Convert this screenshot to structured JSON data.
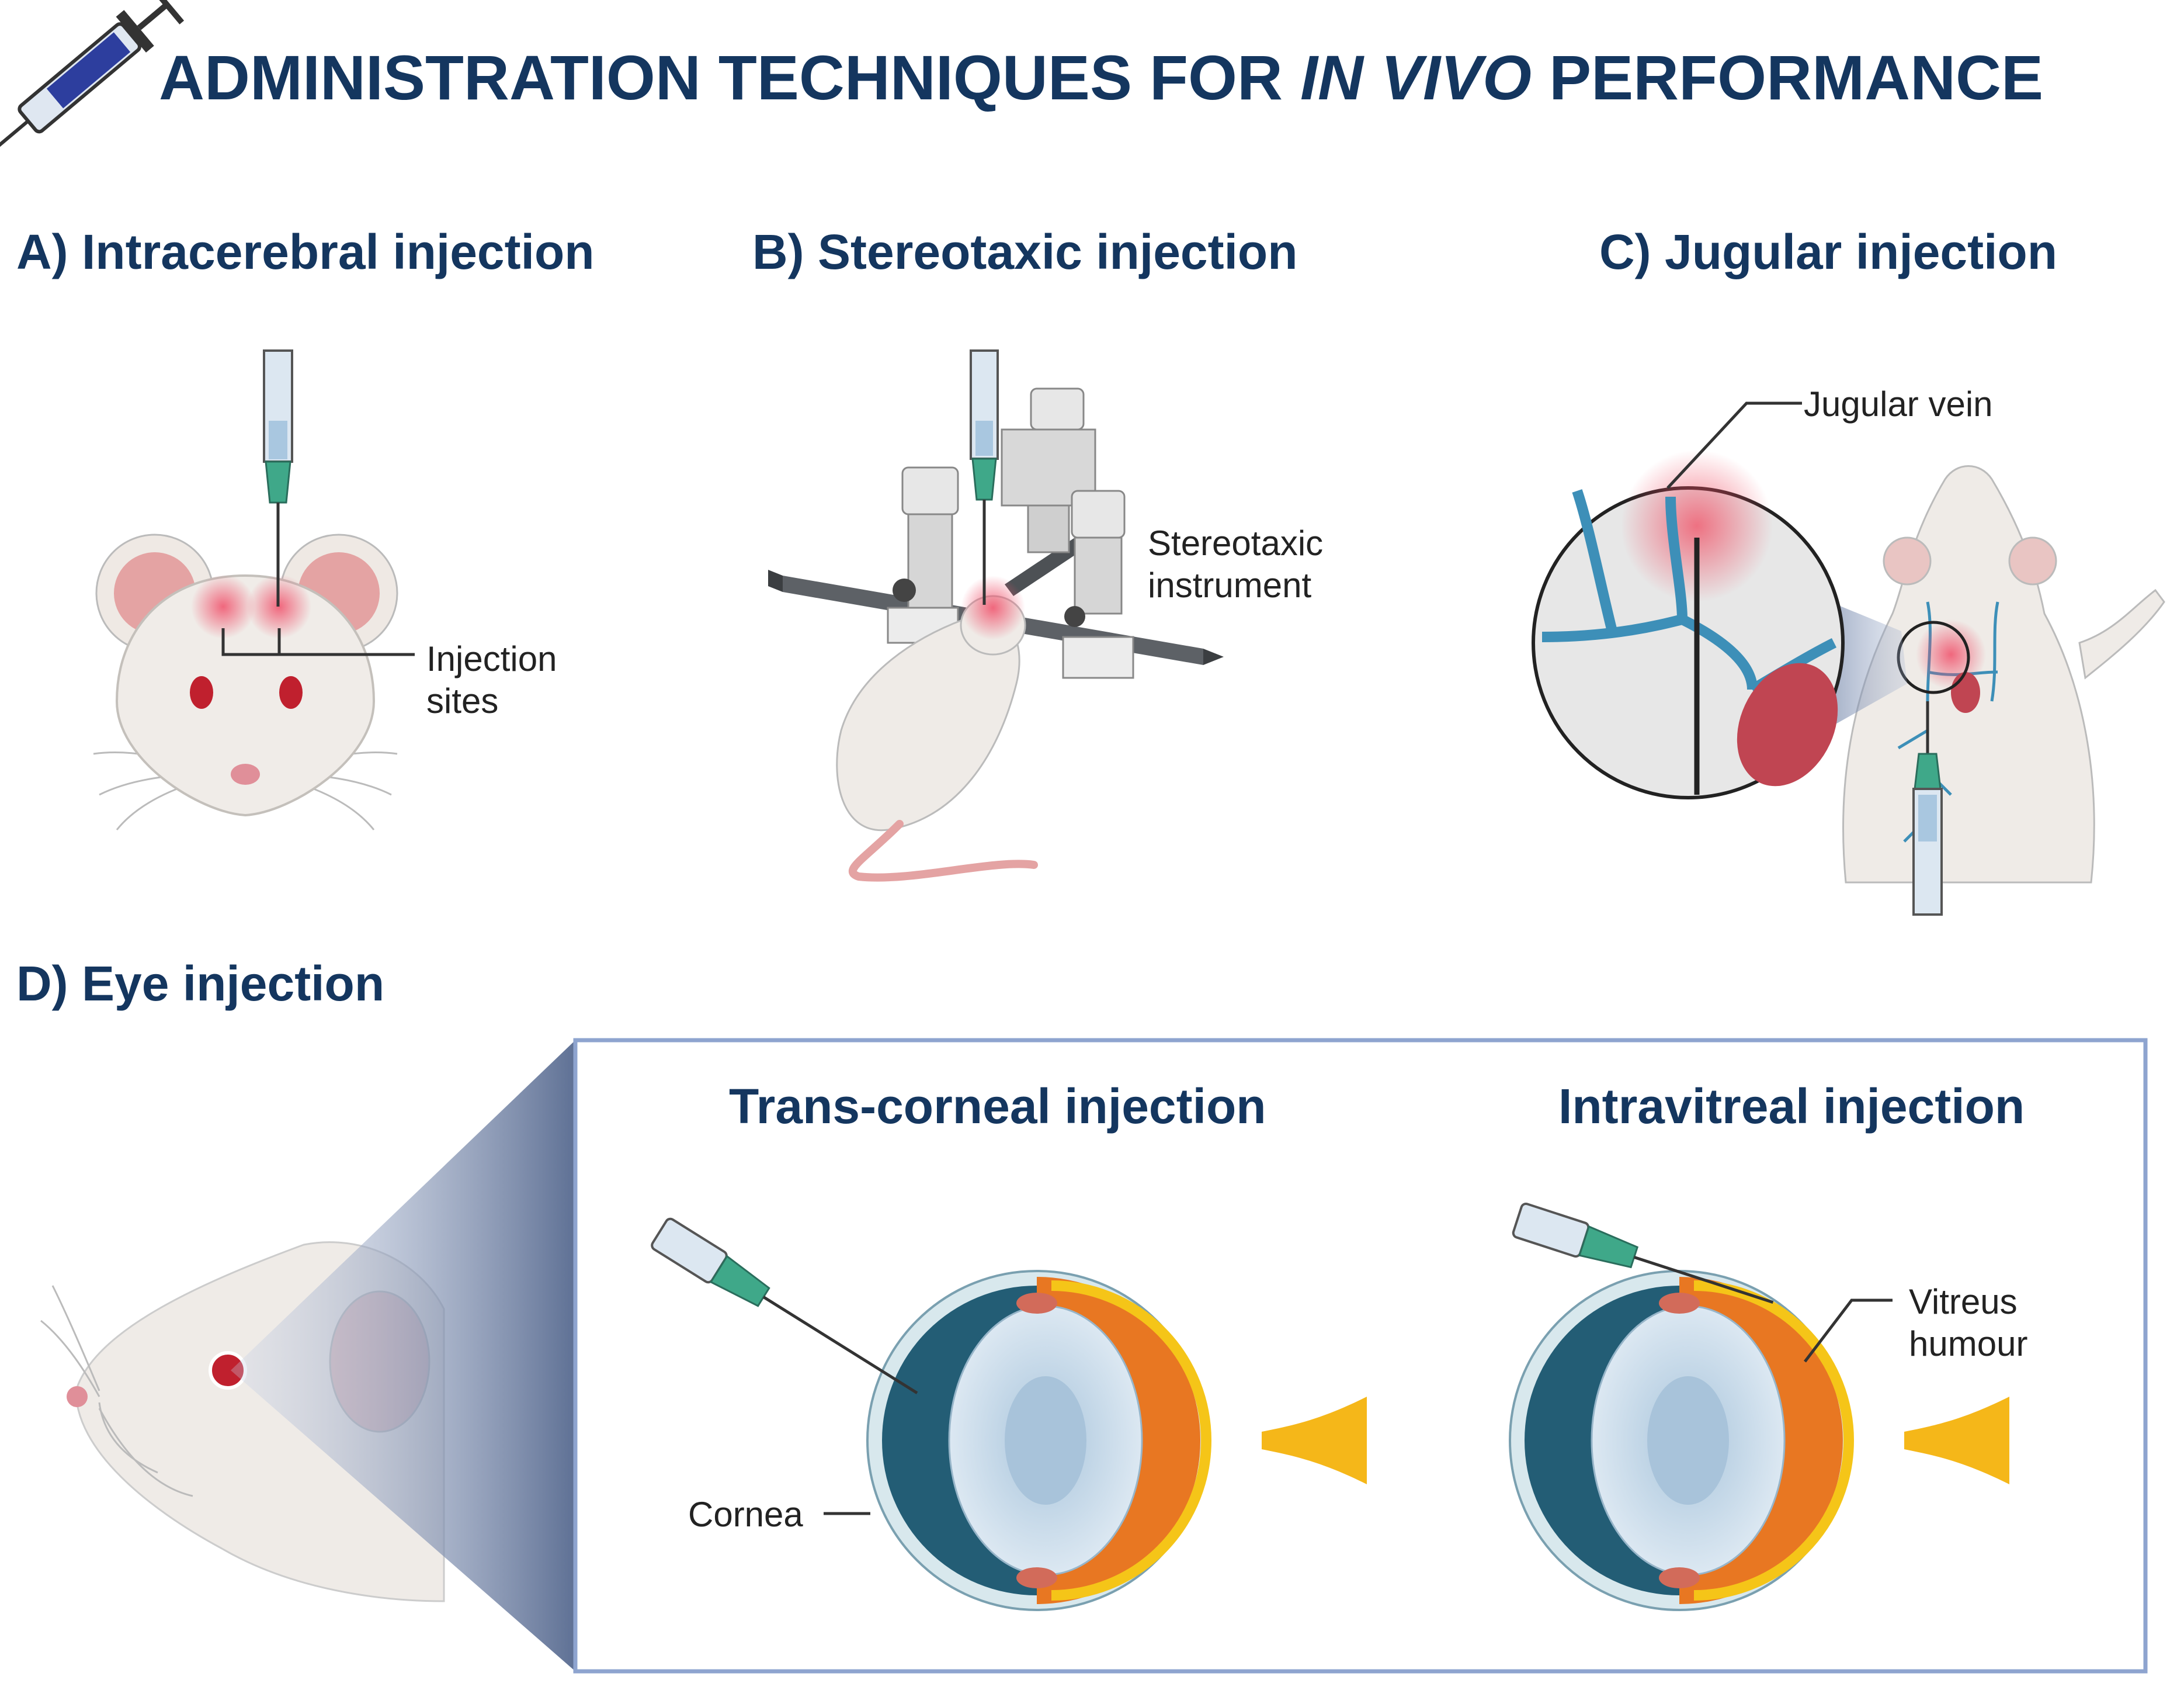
{
  "title": {
    "part1": "ADMINISTRATION TECHNIQUES FOR ",
    "italic": "IN VIVO",
    "part2": " PERFORMANCE"
  },
  "panels": {
    "a": {
      "title": "A) Intracerebral injection",
      "label_line1": "Injection",
      "label_line2": "sites"
    },
    "b": {
      "title": "B) Stereotaxic injection",
      "label_line1": "Stereotaxic",
      "label_line2": "instrument"
    },
    "c": {
      "title": "C) Jugular injection",
      "label": "Jugular vein"
    },
    "d": {
      "title": "D) Eye injection",
      "trans_title": "Trans-corneal injection",
      "trans_label": "Cornea",
      "intra_title": "Intravitreal injection",
      "intra_label_line1": "Vitreus",
      "intra_label_line2": "humour"
    }
  },
  "colors": {
    "title": "#14365f",
    "fur": "#ece9e5",
    "ear": "#e4a3a3",
    "eye_red": "#c0202e",
    "vein": "#3d8fb8",
    "retina": "#e87722",
    "box_border": "#8ea4cf"
  },
  "icons": [
    "syringe-icon"
  ]
}
